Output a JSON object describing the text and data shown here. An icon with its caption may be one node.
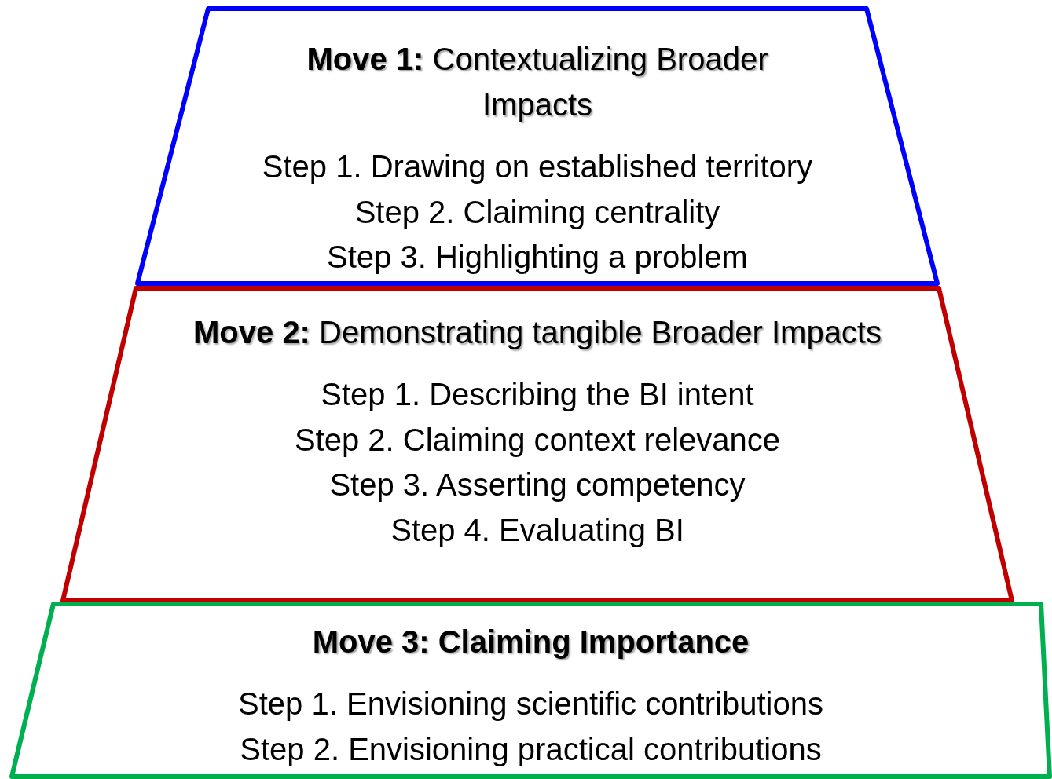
{
  "diagram": {
    "nodes": [
      {
        "text": [
          "**Move 1:** Contextualizing Broader Impacts",
          "Step 1. Drawing on established territory",
          "Step 2. Claiming centrality",
          "Step 3. Highlighting a problem"
        ]
      },
      {
        "text": [
          "**Move 2:** Demonstrating tangible Broader Impacts",
          "Step 1. Describing the BI intent",
          "Step 2. Claiming context relevance",
          "Step 3. Asserting competency",
          "Step 4. Evaluating BI"
        ]
      },
      {
        "text": [
          "Move 3: Claiming Importance",
          "Step 1. Envisioning scientific contributions",
          "Step 2. Envisioning practical contributions"
        ]
      }
    ],
    "edges": []
  }
}
